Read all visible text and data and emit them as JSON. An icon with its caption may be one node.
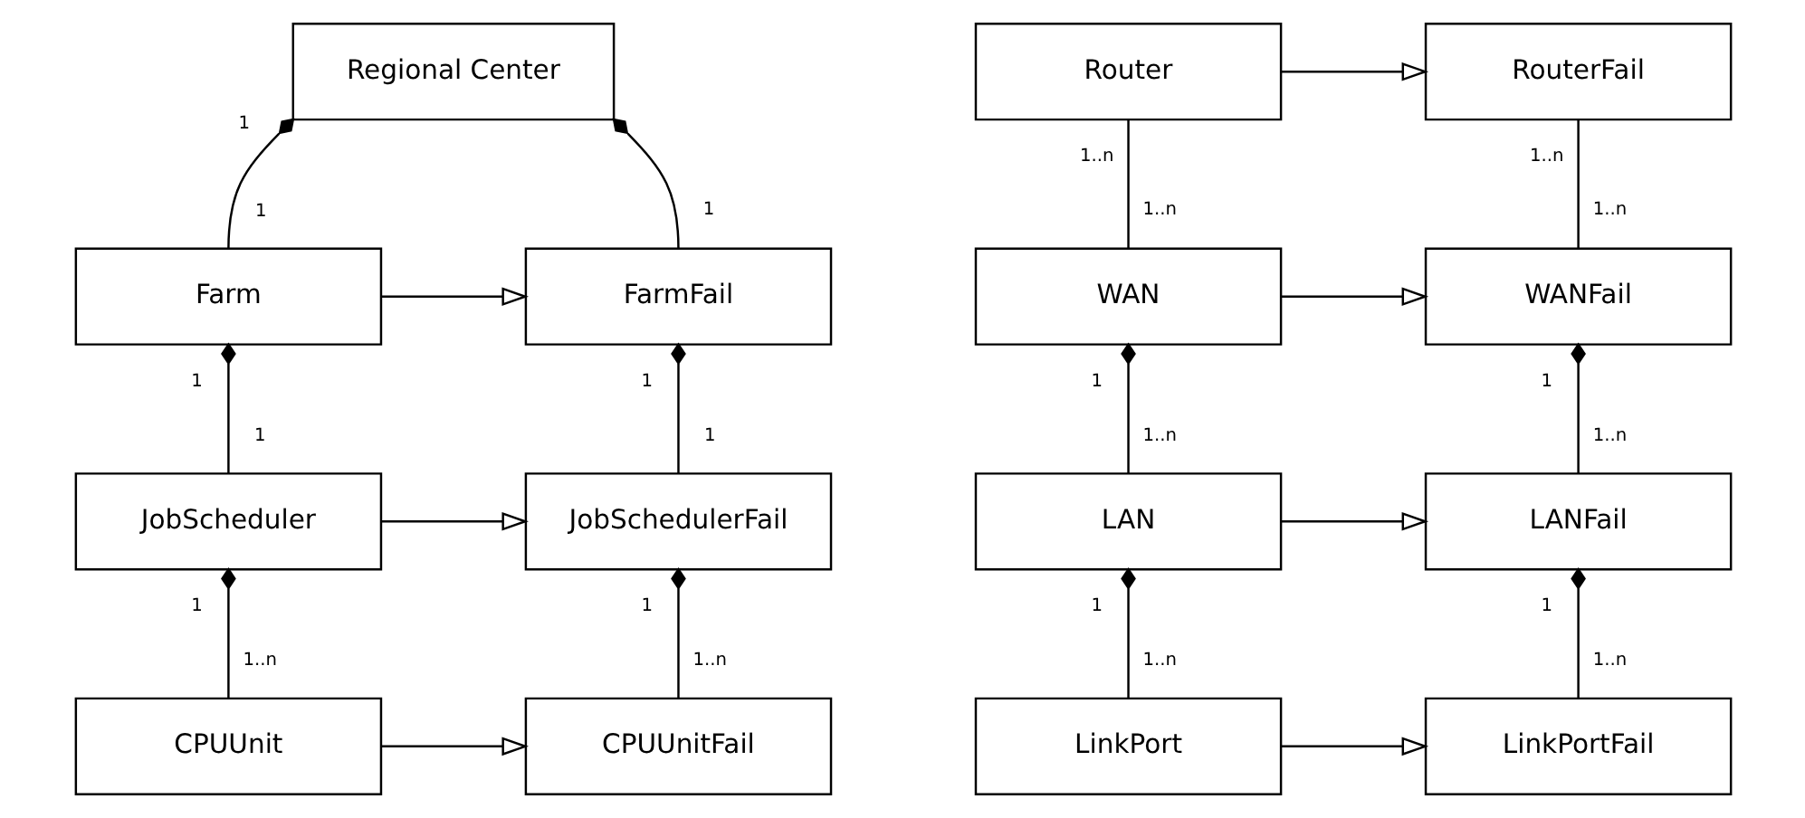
{
  "diagram": {
    "nodes": [
      {
        "text": [
          "Regional Center"
        ]
      },
      {
        "text": [
          "Farm"
        ]
      },
      {
        "text": [
          "FarmFail"
        ]
      },
      {
        "text": [
          "JobScheduler"
        ]
      },
      {
        "text": [
          "JobSchedulerFail"
        ]
      },
      {
        "text": [
          "CPUUnit"
        ]
      },
      {
        "text": [
          "CPUUnitFail"
        ]
      },
      {
        "text": [
          "Router"
        ]
      },
      {
        "text": [
          "RouterFail"
        ]
      },
      {
        "text": [
          "WAN"
        ]
      },
      {
        "text": [
          "WANFail"
        ]
      },
      {
        "text": [
          "LAN"
        ]
      },
      {
        "text": [
          "LANFail"
        ]
      },
      {
        "text": [
          "LinkPort"
        ]
      },
      {
        "text": [
          "LinkPortFail"
        ]
      }
    ],
    "edges": [
      {
        "from": 0,
        "to": 1,
        "arrow": "other"
      },
      {
        "from": 0,
        "to": 2,
        "arrow": "other"
      },
      {
        "from": 1,
        "to": 2,
        "arrow": "to"
      },
      {
        "from": 1,
        "to": 3,
        "arrow": "other"
      },
      {
        "from": 2,
        "to": 4,
        "arrow": "other"
      },
      {
        "from": 3,
        "to": 4,
        "arrow": "to"
      },
      {
        "from": 3,
        "to": 5,
        "arrow": "other"
      },
      {
        "from": 4,
        "to": 6,
        "arrow": "other"
      },
      {
        "from": 5,
        "to": 6,
        "arrow": "to"
      },
      {
        "from": 7,
        "to": 8,
        "arrow": "to"
      },
      {
        "from": 7,
        "to": 9,
        "arrow": "none"
      },
      {
        "from": 8,
        "to": 10,
        "arrow": "none"
      },
      {
        "from": 9,
        "to": 10,
        "arrow": "to"
      },
      {
        "from": 9,
        "to": 11,
        "arrow": "other"
      },
      {
        "from": 10,
        "to": 12,
        "arrow": "other"
      },
      {
        "from": 11,
        "to": 12,
        "arrow": "to"
      },
      {
        "from": 11,
        "to": 13,
        "arrow": "other"
      },
      {
        "from": 12,
        "to": 14,
        "arrow": "other"
      },
      {
        "from": 13,
        "to": 14,
        "arrow": "to"
      }
    ],
    "labels": [
      "1",
      "1",
      "1",
      "1",
      "1",
      "1",
      "1",
      "1",
      "1..n",
      "1",
      "1..n",
      "1..n",
      "1..n",
      "1..n",
      "1..n",
      "1",
      "1..n",
      "1",
      "1..n",
      "1",
      "1..n",
      "1",
      "1..n"
    ]
  }
}
